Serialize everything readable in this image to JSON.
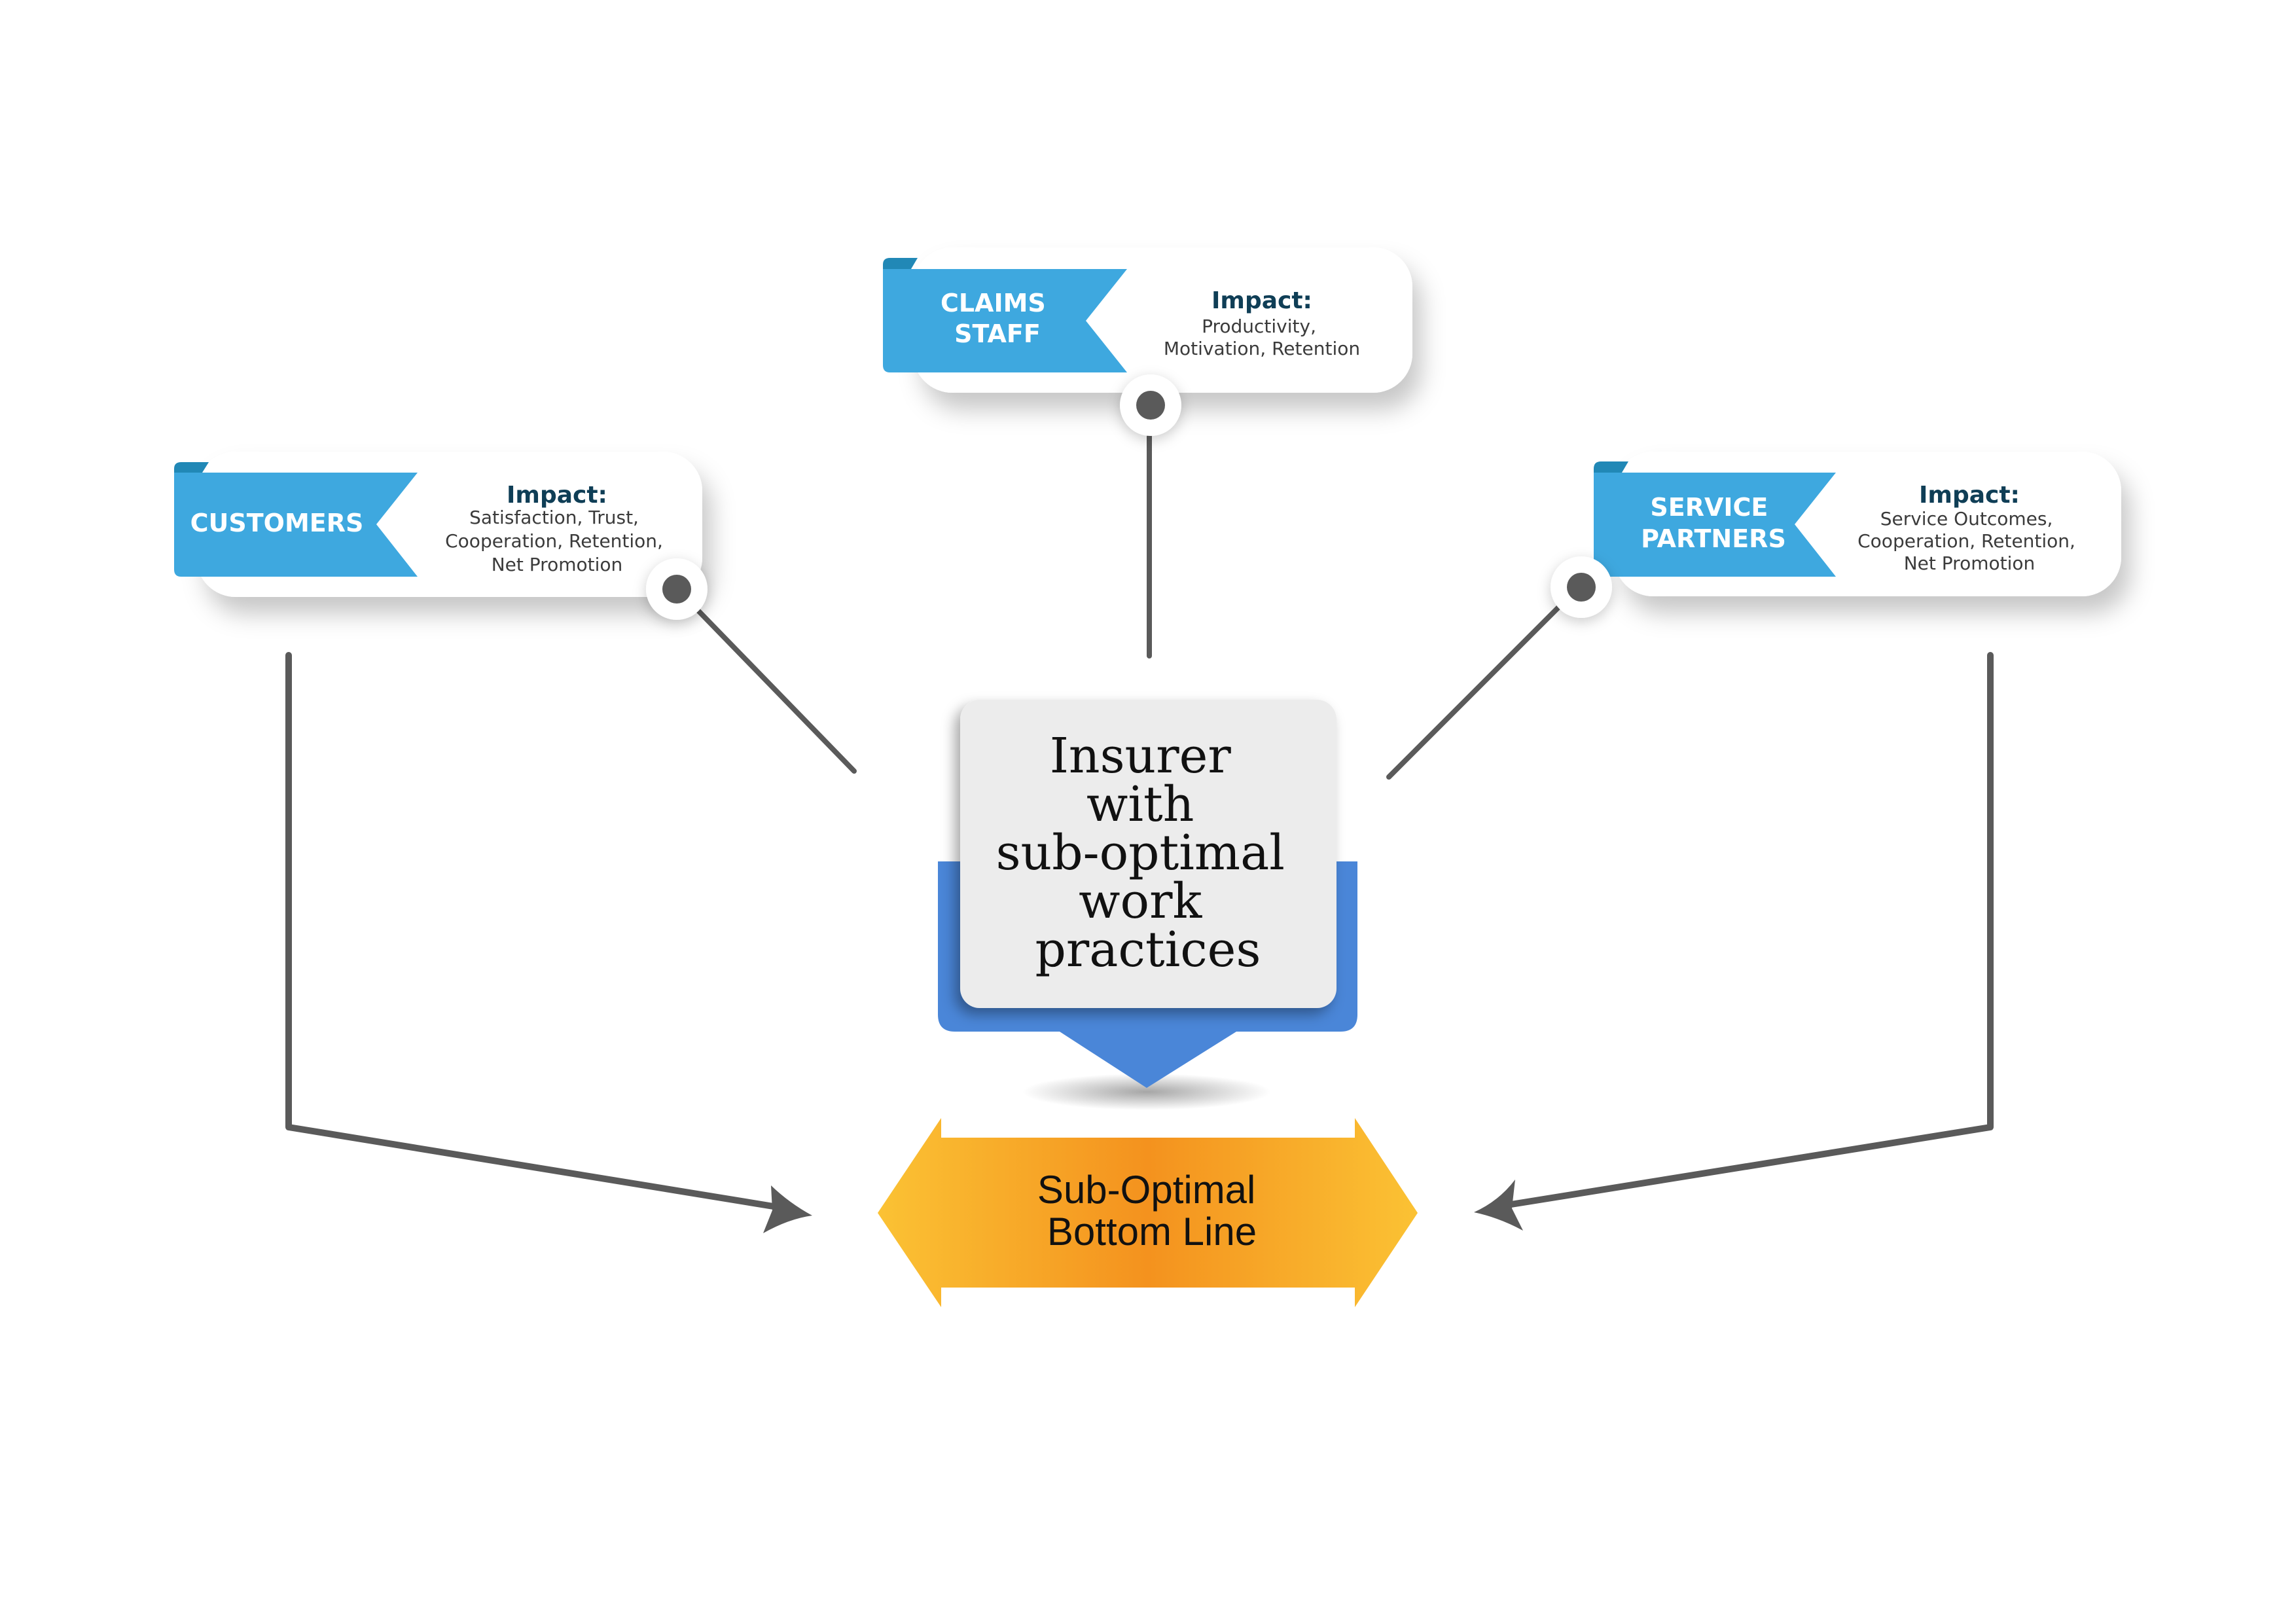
{
  "diagram": {
    "stakeholders": [
      {
        "id": "claims-staff",
        "label_lines": [
          "CLAIMS",
          "STAFF"
        ],
        "impact_title": "Impact:",
        "impact_lines": [
          "Productivity,",
          "Motivation, Retention"
        ]
      },
      {
        "id": "customers",
        "label_lines": [
          "CUSTOMERS"
        ],
        "impact_title": "Impact:",
        "impact_lines": [
          "Satisfaction, Trust,",
          "Cooperation, Retention,",
          "Net Promotion"
        ]
      },
      {
        "id": "service-partners",
        "label_lines": [
          "SERVICE",
          "PARTNERS"
        ],
        "impact_title": "Impact:",
        "impact_lines": [
          "Service Outcomes,",
          "Cooperation,  Retention,",
          "Net Promotion"
        ]
      }
    ],
    "center": {
      "lines": [
        "Insurer",
        "with",
        "sub-optimal",
        "work",
        "practices"
      ]
    },
    "outcome": {
      "lines": [
        "Sub-Optimal",
        "Bottom Line"
      ]
    },
    "colors": {
      "ribbon": "#3ea8df",
      "ribbon_fold": "#2188b6",
      "impact_title": "#0f3e56",
      "connector": "#5a5a5a",
      "center_box": "#ececec",
      "center_base": "#4a86d8",
      "outcome_edge": "#fbc234",
      "outcome_mid": "#f4921e"
    }
  }
}
